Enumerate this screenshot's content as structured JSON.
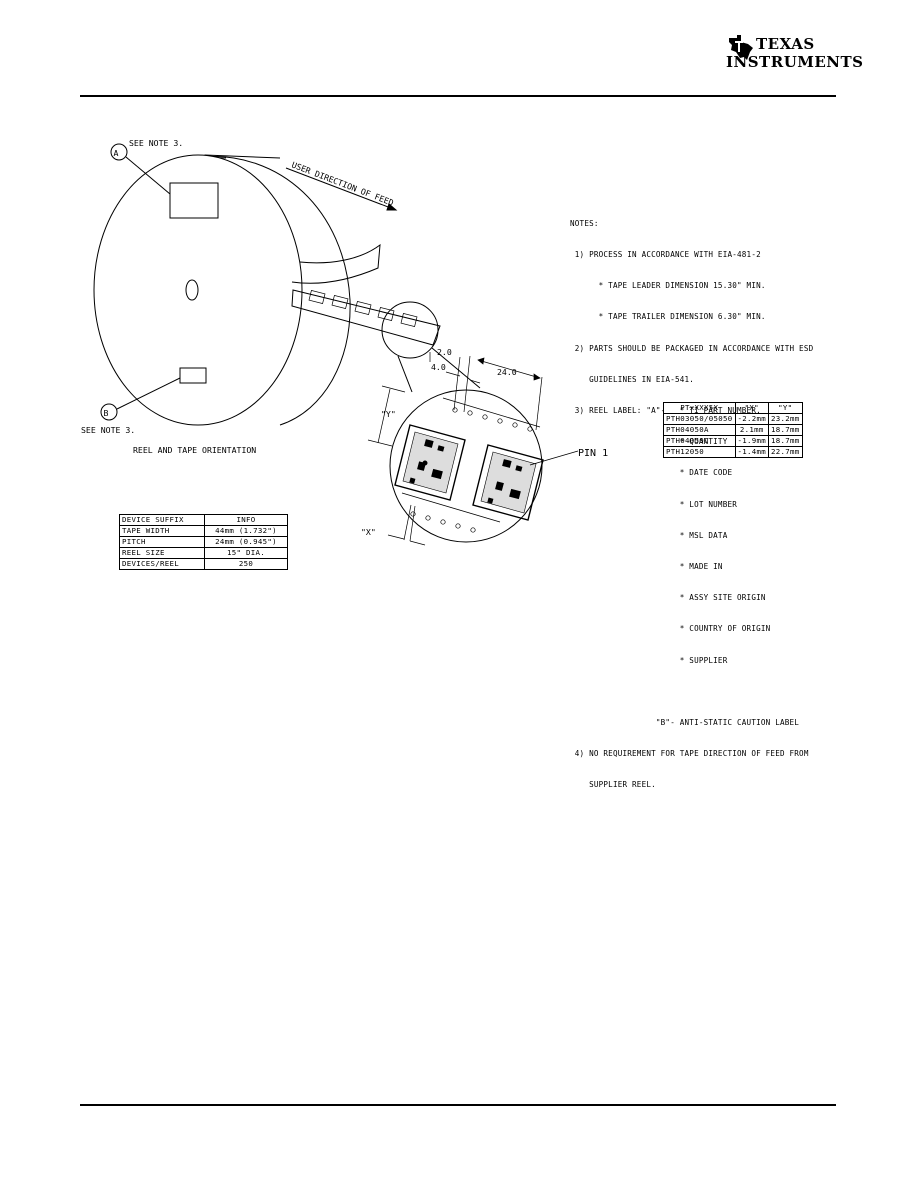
{
  "brand": {
    "logo_line1": "TEXAS",
    "logo_line2": "INSTRUMENTS"
  },
  "drawing": {
    "callout_a": "A",
    "callout_b": "B",
    "note_a": "SEE NOTE 3.",
    "note_b": "SEE NOTE 3.",
    "feed_direction": "USER DIRECTION OF FEED",
    "dim_2": "2.0",
    "dim_4": "4.0",
    "dim_24": "24.0",
    "dim_y": "\"Y\"",
    "dim_x": "\"X\"",
    "pin1": "PIN 1",
    "caption": "REEL AND TAPE ORIENTATION"
  },
  "notes": [
    "NOTES:",
    " 1) PROCESS IN ACCORDANCE WITH EIA-481-2",
    "      * TAPE LEADER DIMENSION 15.30\" MIN.",
    "      * TAPE TRAILER DIMENSION 6.30\" MIN.",
    " 2) PARTS SHOULD BE PACKAGED IN ACCORDANCE WITH ESD",
    "    GUIDELINES IN EIA-541.",
    " 3) REEL LABEL: \"A\"-   * TI PART NUMBER.",
    "                       * QUANTITY",
    "                       * DATE CODE",
    "                       * LOT NUMBER",
    "                       * MSL DATA",
    "                       * MADE IN",
    "                       * ASSY SITE ORIGIN",
    "                       * COUNTRY OF ORIGIN",
    "                       * SUPPLIER",
    "",
    "                  \"B\"- ANTI-STATIC CAUTION LABEL",
    " 4) NO REQUIREMENT FOR TAPE DIRECTION OF FEED FROM",
    "    SUPPLIER REEL."
  ],
  "xy_table": {
    "headers": [
      "PTxXXX5X",
      "\"X\"",
      "\"Y\""
    ],
    "rows": [
      [
        "PTH03050/05050",
        "-2.2mm",
        "23.2mm"
      ],
      [
        "PTH04050A",
        "2.1mm",
        "18.7mm"
      ],
      [
        "PTH04050C",
        "-1.9mm",
        "18.7mm"
      ],
      [
        "PTH12050",
        "-1.4mm",
        "22.7mm"
      ]
    ]
  },
  "info_table": {
    "rows": [
      [
        "DEVICE SUFFIX",
        "INFO"
      ],
      [
        "TAPE WIDTH",
        "44mm (1.732\")"
      ],
      [
        "PITCH",
        "24mm (0.945\")"
      ],
      [
        "REEL SIZE",
        "15\" DIA."
      ],
      [
        "DEVICES/REEL",
        "250"
      ]
    ]
  }
}
